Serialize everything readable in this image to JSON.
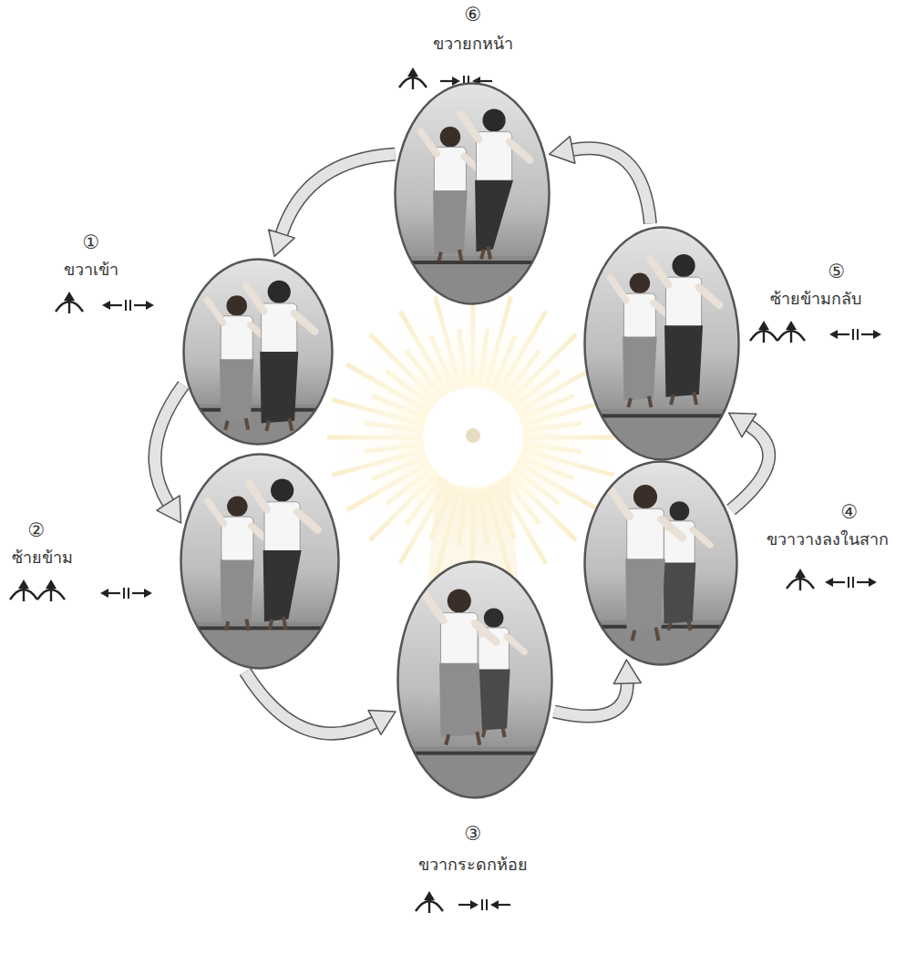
{
  "diagram": {
    "nodes": [
      {
        "text": [
          "①",
          "ขวาเข้า"
        ]
      },
      {
        "text": [
          "②",
          "ซ้ายข้าม"
        ]
      },
      {
        "text": [
          "③",
          "ขวากระดกห้อย"
        ]
      },
      {
        "text": [
          "④",
          "ขวาวางลงในสาก"
        ]
      },
      {
        "text": [
          "⑤",
          "ซ้ายข้ามกลับ"
        ]
      },
      {
        "text": [
          "⑥",
          "ขวายกหน้า"
        ]
      }
    ],
    "edges": [
      {
        "from": 0,
        "to": 1,
        "arrow": "to"
      },
      {
        "from": 1,
        "to": 2,
        "arrow": "to"
      },
      {
        "from": 2,
        "to": 3,
        "arrow": "to"
      },
      {
        "from": 3,
        "to": 4,
        "arrow": "to"
      },
      {
        "from": 4,
        "to": 5,
        "arrow": "to"
      },
      {
        "from": 5,
        "to": 0,
        "arrow": "to"
      }
    ]
  }
}
